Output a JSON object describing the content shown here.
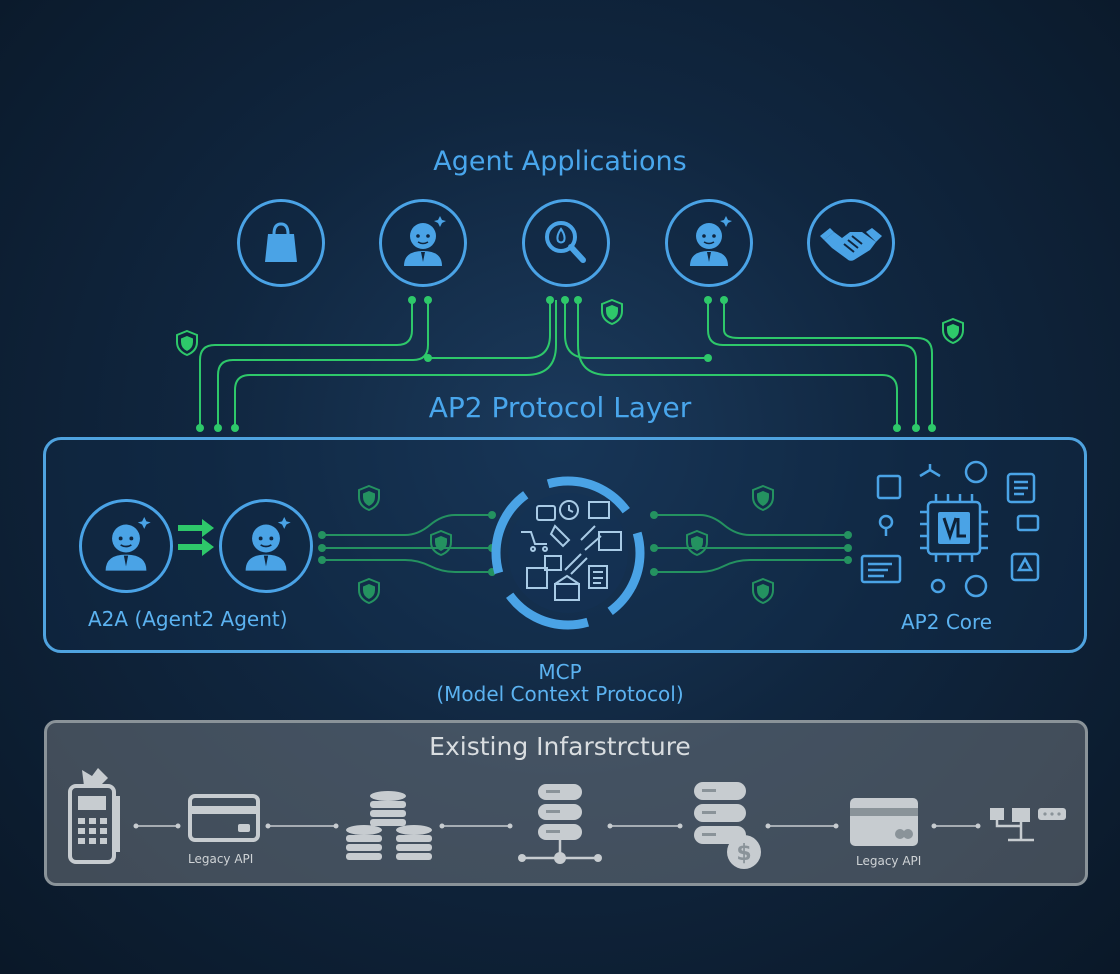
{
  "diagram": {
    "agent_applications_title": "Agent Applications",
    "protocol_layer_title": "AP2 Protocol Layer",
    "a2a_label": "A2A (Agent2 Agent)",
    "ap2_core_label": "AP2 Core",
    "mcp_label": "MCP",
    "mcp_sublabel": "(Model Context Protocol)",
    "infrastructure_title": "Existing Infarstrcture",
    "legacy_api_label_1": "Legacy API",
    "legacy_api_label_2": "Legacy API",
    "agents": [
      {
        "icon": "shopping-bag-icon"
      },
      {
        "icon": "agent-person-icon"
      },
      {
        "icon": "search-magnifier-icon"
      },
      {
        "icon": "agent-person-icon"
      },
      {
        "icon": "handshake-icon"
      }
    ],
    "infrastructure_items": [
      {
        "icon": "payment-terminal-icon"
      },
      {
        "icon": "credit-card-icon"
      },
      {
        "icon": "coin-stacks-icon"
      },
      {
        "icon": "database-network-icon"
      },
      {
        "icon": "database-dollar-icon"
      },
      {
        "icon": "credit-card-icon"
      },
      {
        "icon": "network-nodes-icon"
      }
    ]
  },
  "colors": {
    "accent_blue": "#4aa3e6",
    "connector_green": "#2ec86a",
    "infra_gray": "#8a9399"
  }
}
